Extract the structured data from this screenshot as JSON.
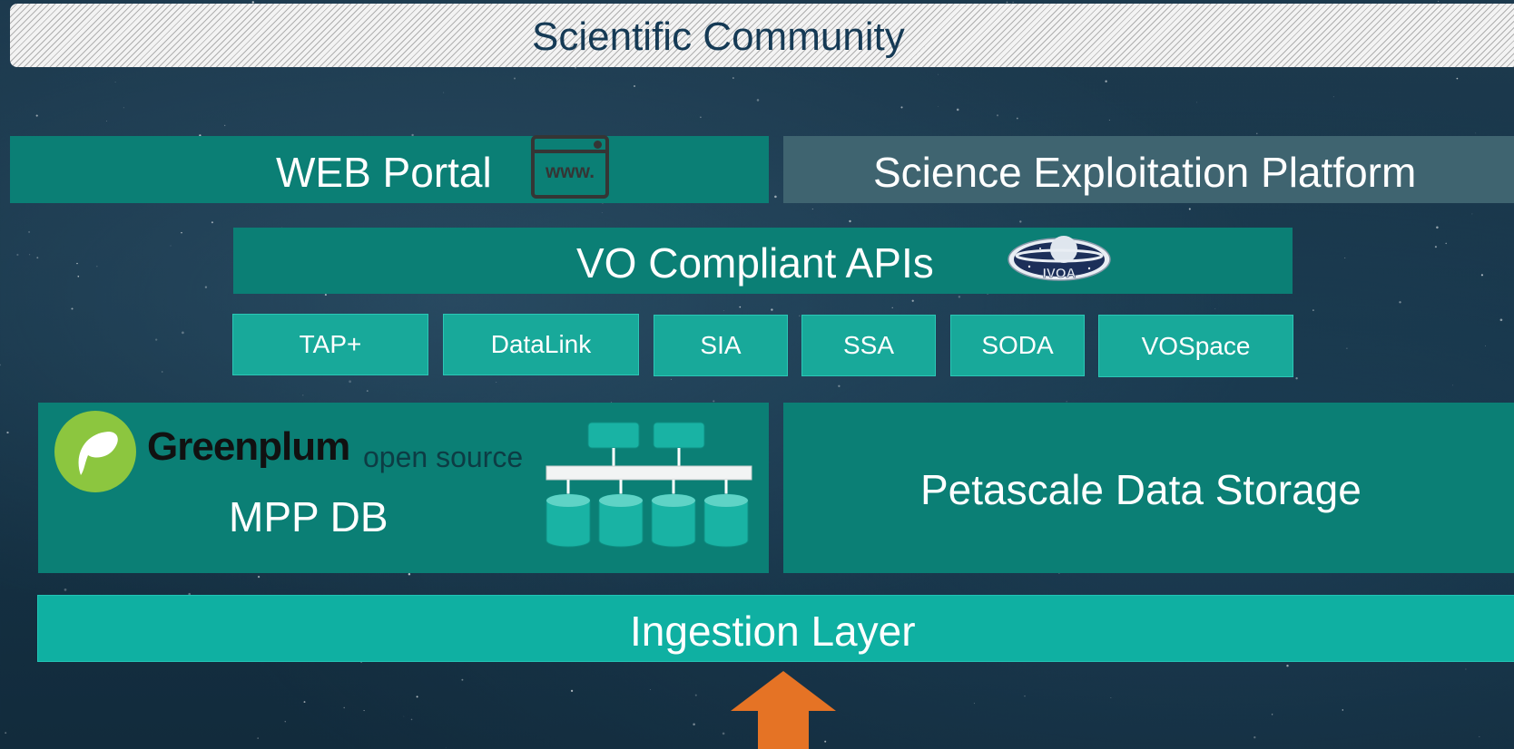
{
  "community": {
    "label": "Scientific Community"
  },
  "web_portal": {
    "label": "WEB Portal",
    "icon": "www-browser-icon",
    "icon_text": "www."
  },
  "science_platform": {
    "label": "Science Exploitation Platform"
  },
  "vo_apis": {
    "label": "VO Compliant APIs",
    "logo": "ivoa-logo",
    "logo_text": "IVOA"
  },
  "services": [
    "TAP+",
    "DataLink",
    "SIA",
    "SSA",
    "SODA",
    "VOSpace"
  ],
  "mpp": {
    "brand": "Greenplum",
    "brand_suffix": "open source",
    "label": "MPP DB",
    "icon": "mpp-cluster-icon"
  },
  "storage": {
    "label": "Petascale Data Storage"
  },
  "ingestion": {
    "label": "Ingestion Layer"
  },
  "arrow": {
    "icon": "up-arrow-icon",
    "color": "#e57325"
  },
  "colors": {
    "teal": "#0b7f75",
    "api_teal": "#18a99a",
    "slate": "#3f6470",
    "greenplum": "#8cc63f"
  }
}
